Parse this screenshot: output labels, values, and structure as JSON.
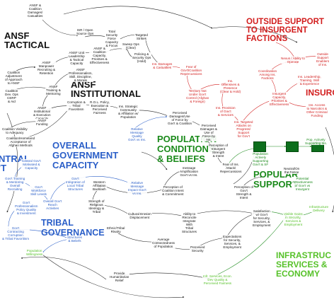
{
  "sections": {
    "ansf_tactical": "ANSF\nTACTICAL",
    "ansf_institutional": "ANSF\nINSTITUTIONAL",
    "central_govt": "NTRAL\n'T",
    "overall_govt": "OVERALL\nGOVERNMENT\nCAPACITY",
    "tribal_governance": "TRIBAL\nGOVERNANCE",
    "population_conditions": "POPULATION\nCONDITIONS\n& BELIEFS",
    "outside_support": "OUTSIDE SUPPORT\nTO INSURGENT\nFACTIONS",
    "insurgents": "INSURG",
    "popular_support": "POPULAR\nSUPPORT",
    "infrastructure": "INFRASTRUC\nSERVICES &\nECONOMY"
  },
  "nodes": {
    "ansf_coalition_damages": "ANSF &\nCoalition\nDamages/\nCasualties",
    "isr_open_source": "ISR / Open\nSource Ops",
    "total_security_force": "Total\nSecurity\nForce\nCapacity\n& Focus",
    "targeted_strikes": "Targeted\nStrikes",
    "ansf_manpower": "ANSF\nManpower\nRecruiting &\nRetention",
    "ansf_unit_leadership": "ANSF Unit\nLeadership\n& Tactical\nCapacity",
    "ansf_coalition_capacity": "ANSF &\nCoalition\nCapacity,\nPriorities &\nEffectiveness",
    "sweep_ops": "Sweep Ops\n(Clear)",
    "policing_security": "Policing &\nSecurity Ops\n(Hold)",
    "ansf_professionalism": "ANSF\nProfessionalism,\nSkill, Discipline,\n& Morale",
    "ins_damages": "Ins. Damages\n& Casualties",
    "fear_gov_coalition": "Fear of\nGov't/Coalition\nRepercussions",
    "coalition_tactical": "Coalition\nAdjustment\nof Approach\nto ANSF",
    "coalition_leadership": "Coalition\nDev. Ops\nCERP\n& Aid",
    "ansf_training": "ANSF\nTraining &\nMentoring",
    "ansf_institutional_capacity": "ANSF\nInstitutional\n& Execution\nCapacity",
    "ansf_funding": "ANSF\nFunding",
    "coalition_visibility": "Coalition Visibility\nto Adequacy",
    "coalition_host_nation": "Coalition/Homeland\nAcceptance of\nAfghan Methods",
    "corruption_tribal": "Corruption &\nTribal\nFavoritism",
    "rol_policy": "R.O.L. Policy,\nExecution &\nPerceived\nFairness",
    "ins_strategic": "Ins. Strategic\nCommunity\n& Affiliation w/\nPopulation",
    "perceived_damages": "Perceived\nDamages/Use\nof Force by\nGov't & Coalition",
    "territory_not_under": "Territory Not\nUnder Gov't\nControl (Afghan\n& Foreign)",
    "ins_offensives": "Ins.\nOffensives &\nPresence\n(Clear & Hold)",
    "perceived_damages_ins": "Perceived\nDamages &\nUse of\nForce by\nIns.",
    "ins_provision": "Ins. Provision\nof Gov't\n& Services",
    "ins_targeted_attacks": "Ins. Targeted\nAttacks on\nProgress/\nSupport\nfor Gov't",
    "relative_message": "Relative\nMessage\nQuality\nGov't vs Ins.",
    "coordination_insurgent": "Coordination\nAmong Ins.\nFactions",
    "nexus_ability": "Nexus / Ability to\nOperate",
    "outside_support_enablers": "Outside\nSupport\nEnablers\nof Ins.",
    "ins_leadership": "Ins. Leadership,\nTraining, Skill\n& Experience",
    "narcotics": "Ins. Access\nto Narcotics &\nOther Criminal\nFunding",
    "insurgent_capacity": "Insurgent\nCapacity,\nPriorities &\nEffectiveness",
    "perception_insurgent": "Perception of\nInsurgent\nStrength\n& Intent",
    "message_amp": "message\nAmplification\nGov't vs Ins.",
    "fear_ins": "Fear of Ins.\nAttack/\nRepercussions",
    "popular_activity_govt": "Population\nActively\nSupporting\nGov't & SF",
    "neutral_fence": "Neutral/On\nthe Fence",
    "popular_activity_ins": "Pop. Actively\nSupporting Ins.",
    "potential_attractiveness": "Potential\nAttractiveness\nof Gov't vs\nInsurgent",
    "gov_strength": "Perception of\nGov't\nStrength &\nIntent",
    "central_govt_node": "Central Gov't\nMotivated &\nCapacity",
    "gov_training": "Gov't Training\n& Mentoring\nOverall\nRecruiting",
    "gov_workforce": "Gov't\nWorkforce\nSkill Levels",
    "overall_gov_reach": "Overall Gov't\nReach\nActivities",
    "gov_professionalism": "Gov't\nProfessionalism\nPolicy Quality\n& Investment",
    "gov_integration": "Gov't\nIntegration of\nLocal Tribal\nStructures",
    "western_backlash": "Western\nAffiliation\nBacklash",
    "relative_message_2": "Relative\nMessage\nImpact Gov't\nvs Ins.",
    "perception_intent": "Perception of\nCoalition Intent\n& Commitment",
    "strength_religious": "Strength of\nReligious\nIdeology &\nTribal",
    "cultural_erosion": "Cultural Erosion\nDisplacement",
    "ability_reconcile": "Ability to\nReconcile\nIntegrate\nWith\nTribal\nStructures",
    "satisfaction": "Satisfaction\nw/ Gov't\nfor Security,\nServices, &\nEmployment",
    "visible_gains": "Visible Gains\nin Security,\nServices &\nEmployment",
    "expectations": "Expectations\nfor Security,\nServices, &\nEmployment",
    "gov_contracting": "Gov't\nContracting\nCorruption\n& Tribal Favoritism",
    "ethnic_tribal": "Ethnic/Tribal\nRivalry",
    "tribal_structure": "Structures\n& Beliefs",
    "average_connectedness": "Average\nConnectedness\nof Population",
    "perceived_security": "Perceived\nSecurity",
    "provide_humanitarian": "Provide\nHumanitarian\nRelief",
    "infra_services": "Infr. Services, Econ.\nDev Quality &\nPerceived Fairness",
    "pop_willingness": "Population\nWillingness",
    "infra_delivery": "Infrastructure\nDelivery"
  },
  "colors": {
    "black": "#111111",
    "blue": "#2b5fc8",
    "red": "#d21d1d",
    "green": "#1b8a1b",
    "light_green": "#57c22a",
    "box": "#0c6e1c"
  }
}
